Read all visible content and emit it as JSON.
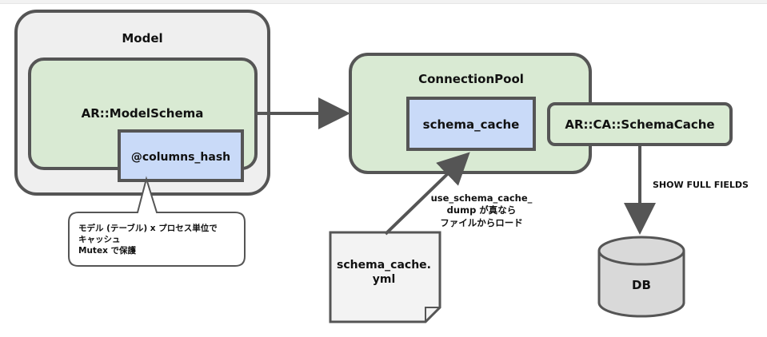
{
  "model": {
    "label": "Model"
  },
  "model_schema": {
    "label": "AR::ModelSchema"
  },
  "columns_hash": {
    "label": "@columns_hash"
  },
  "callout": {
    "line1": "モデル (テーブル) x プロセス単位で",
    "line2": "キャッシュ",
    "line3": "Mutex で保護"
  },
  "connection_pool": {
    "label": "ConnectionPool"
  },
  "schema_cache": {
    "label": "schema_cache"
  },
  "schema_cache_class": {
    "label": "AR::CA::SchemaCache"
  },
  "show_full_fields": {
    "label": "SHOW FULL FIELDS"
  },
  "db": {
    "label": "DB"
  },
  "yml_file": {
    "line1": "schema_cache.",
    "line2": "yml"
  },
  "load_note": {
    "line1": "use_schema_cache_",
    "line2": "dump が真なら",
    "line3": "ファイルからロード"
  },
  "colors": {
    "model_fill": "#efefef",
    "green_fill": "#d9ead3",
    "blue_fill": "#c9daf8",
    "stroke": "#555555",
    "db_fill": "#d9d9d9",
    "file_fill": "#f3f3f3"
  }
}
